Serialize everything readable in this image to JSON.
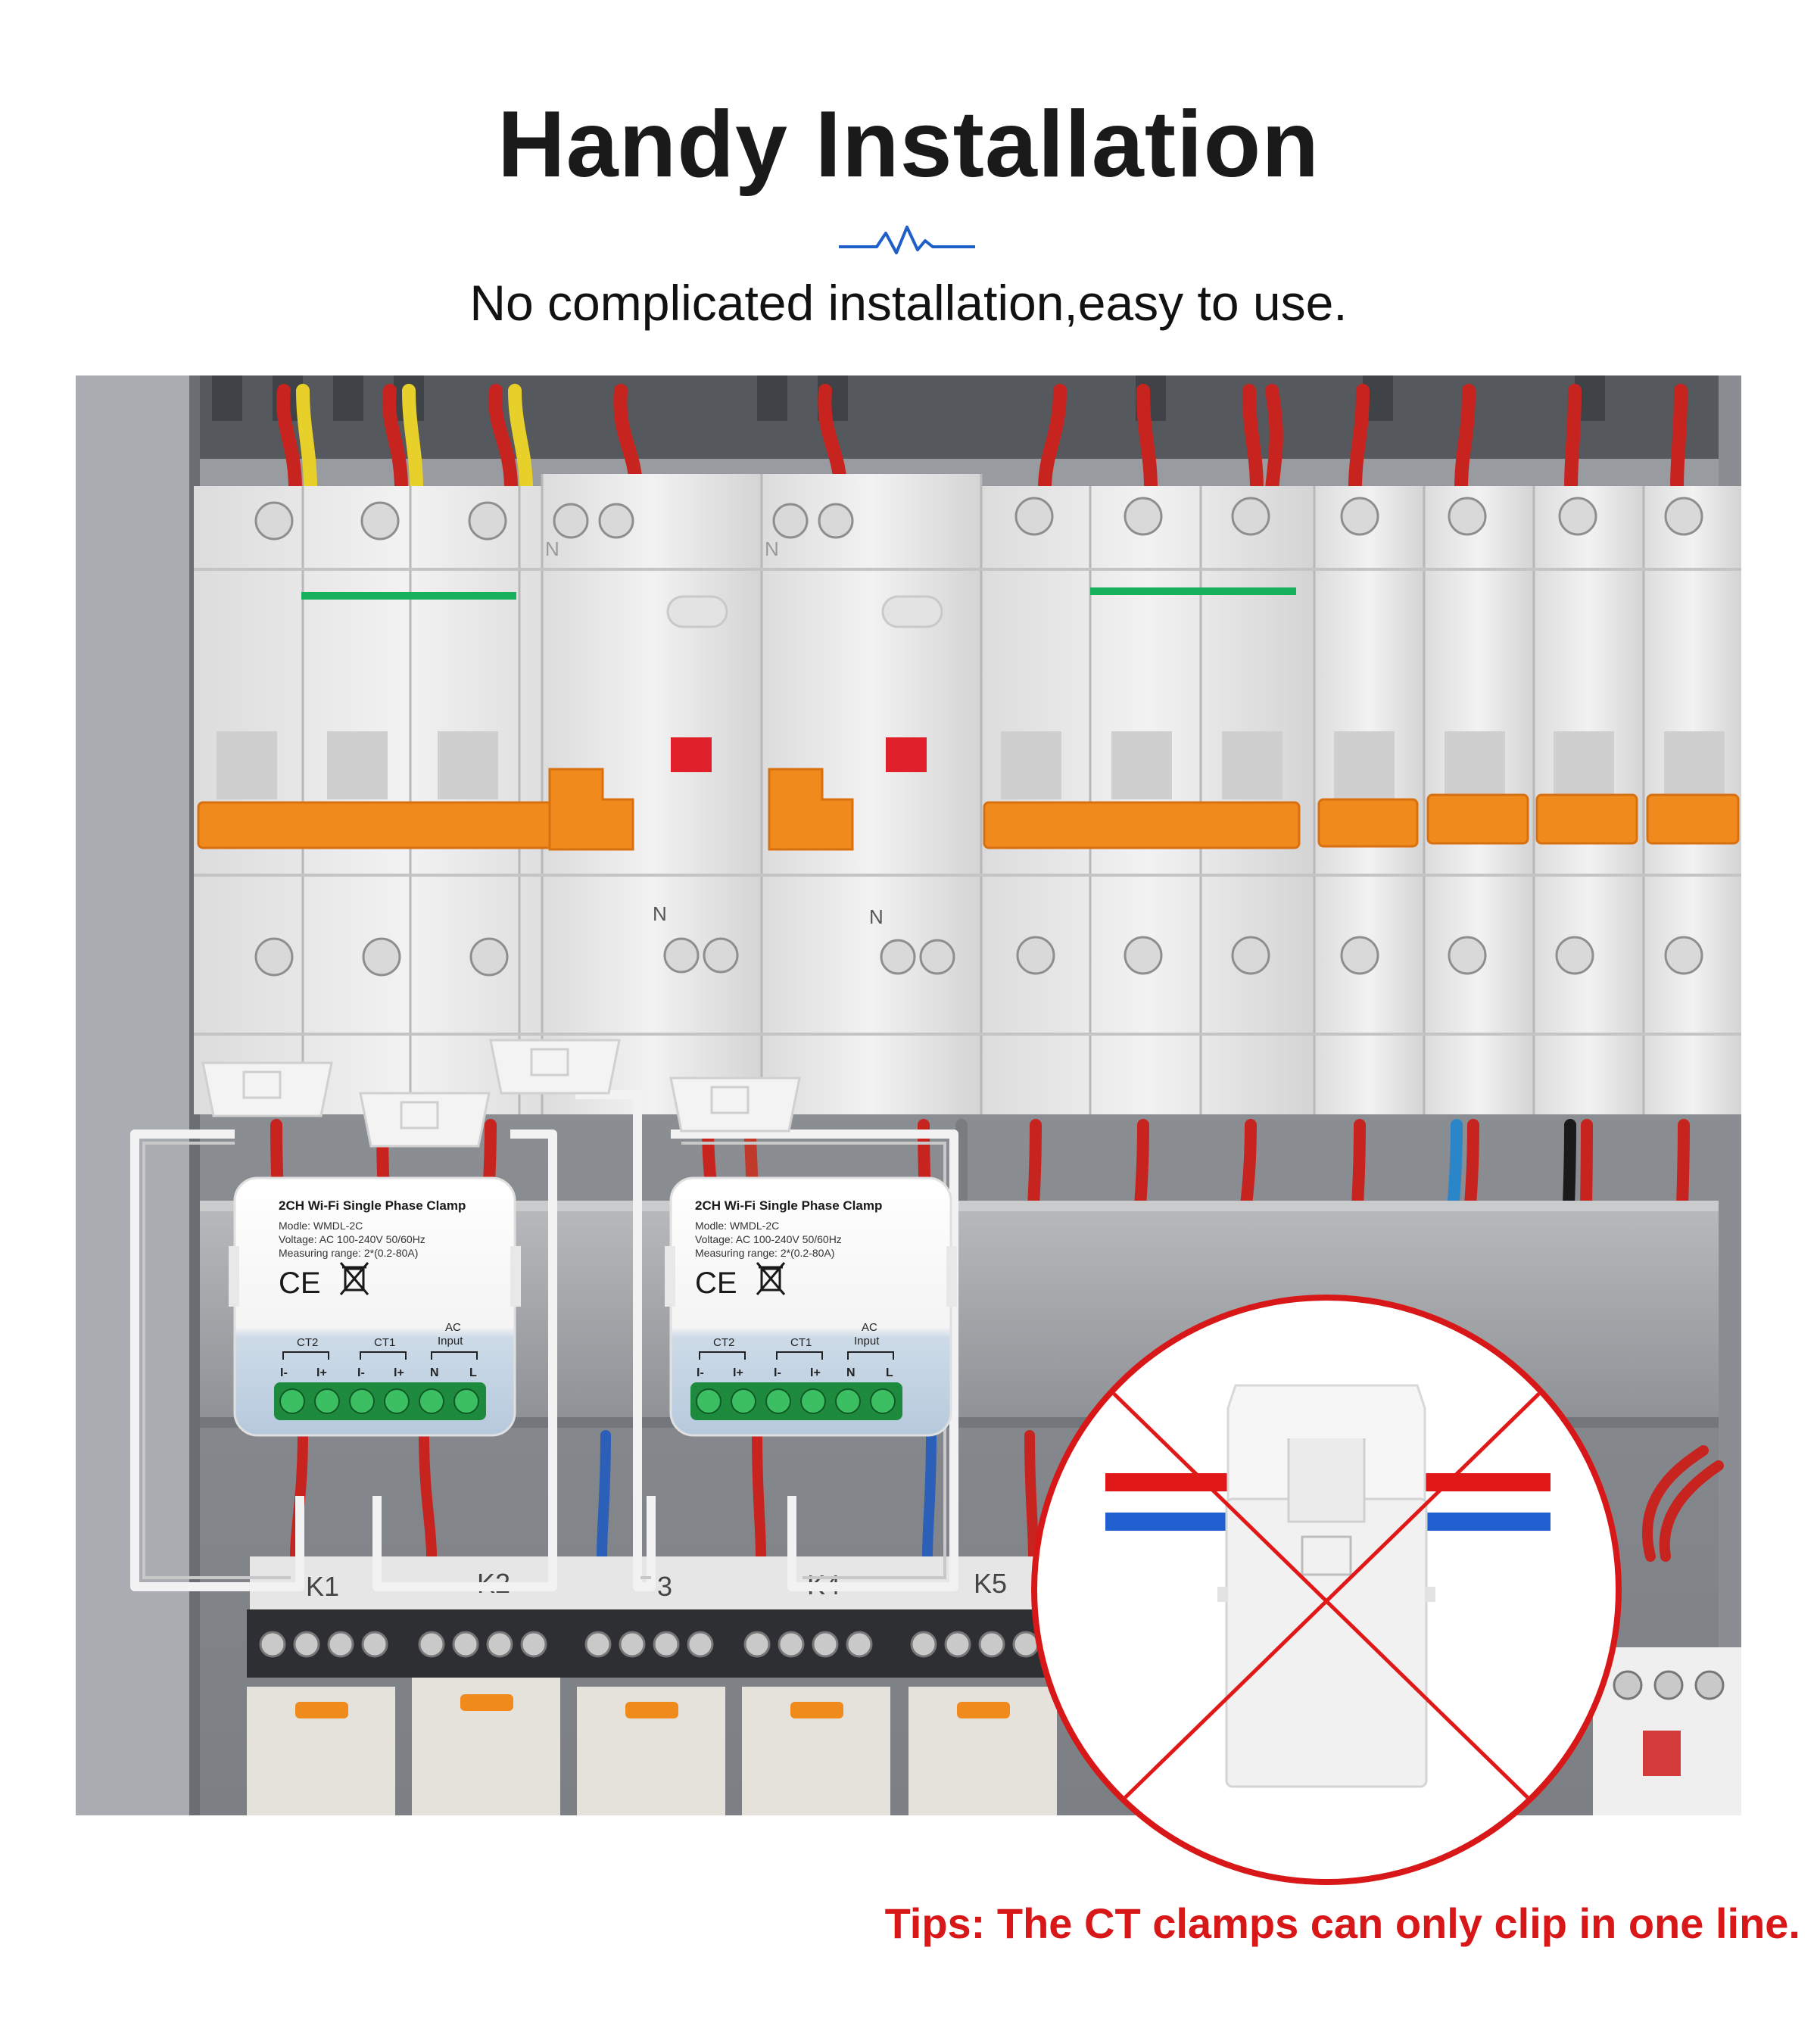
{
  "header": {
    "title": "Handy Installation",
    "subtitle": "No complicated installation,easy to use."
  },
  "colors": {
    "accent_blue": "#1f5fc8",
    "warning_red": "#d81818",
    "breaker_orange": "#f08a1c",
    "status_green": "#18b05a"
  },
  "modules": [
    {
      "title": "2CH Wi-Fi Single Phase Clamp",
      "model": "Modle: WMDL-2C",
      "voltage": "Voltage: AC 100-240V 50/60Hz",
      "range": "Measuring range: 2*(0.2-80A)",
      "ce": "CE",
      "ct2": "CT2",
      "ct1": "CT1",
      "ac": "AC",
      "input": "Input",
      "pins": [
        "I-",
        "I+",
        "I-",
        "I+",
        "N",
        "L"
      ]
    },
    {
      "title": "2CH Wi-Fi Single Phase Clamp",
      "model": "Modle: WMDL-2C",
      "voltage": "Voltage: AC 100-240V 50/60Hz",
      "range": "Measuring range: 2*(0.2-80A)",
      "ce": "CE",
      "ct2": "CT2",
      "ct1": "CT1",
      "ac": "AC",
      "input": "Input",
      "pins": [
        "I-",
        "I+",
        "I-",
        "I+",
        "N",
        "L"
      ]
    }
  ],
  "panel_labels": {
    "neutral": "N",
    "relays": [
      "K1",
      "K2",
      "3",
      "K4",
      "K5"
    ]
  },
  "tips": "Tips: The CT clamps can only clip in one line."
}
